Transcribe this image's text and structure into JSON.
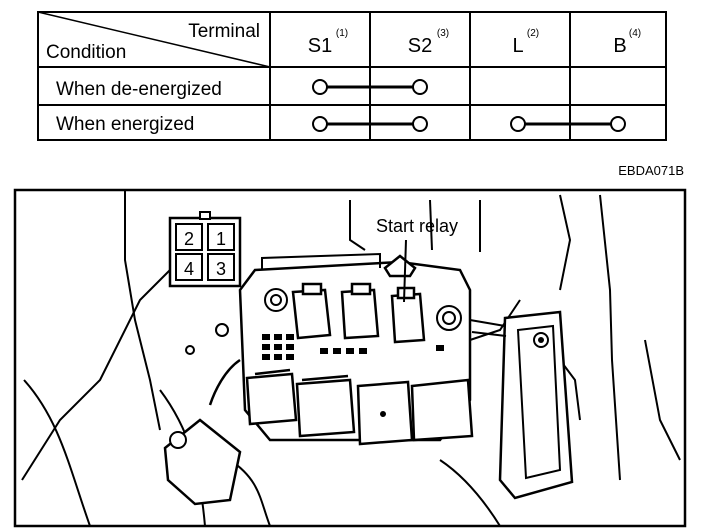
{
  "table": {
    "header_terminal": "Terminal",
    "header_condition": "Condition",
    "columns": [
      {
        "label": "S1",
        "sup": "(1)"
      },
      {
        "label": "S2",
        "sup": "(3)"
      },
      {
        "label": "L",
        "sup": "(2)"
      },
      {
        "label": "B",
        "sup": "(4)"
      }
    ],
    "rows": [
      {
        "condition": "When de-energized",
        "connections": [
          [
            "S1",
            "S2"
          ]
        ]
      },
      {
        "condition": "When energized",
        "connections": [
          [
            "S1",
            "S2"
          ],
          [
            "L",
            "B"
          ]
        ]
      }
    ]
  },
  "figure_code": "EBDA071B",
  "connector_pins": [
    "2",
    "1",
    "4",
    "3"
  ],
  "callout": "Start relay"
}
